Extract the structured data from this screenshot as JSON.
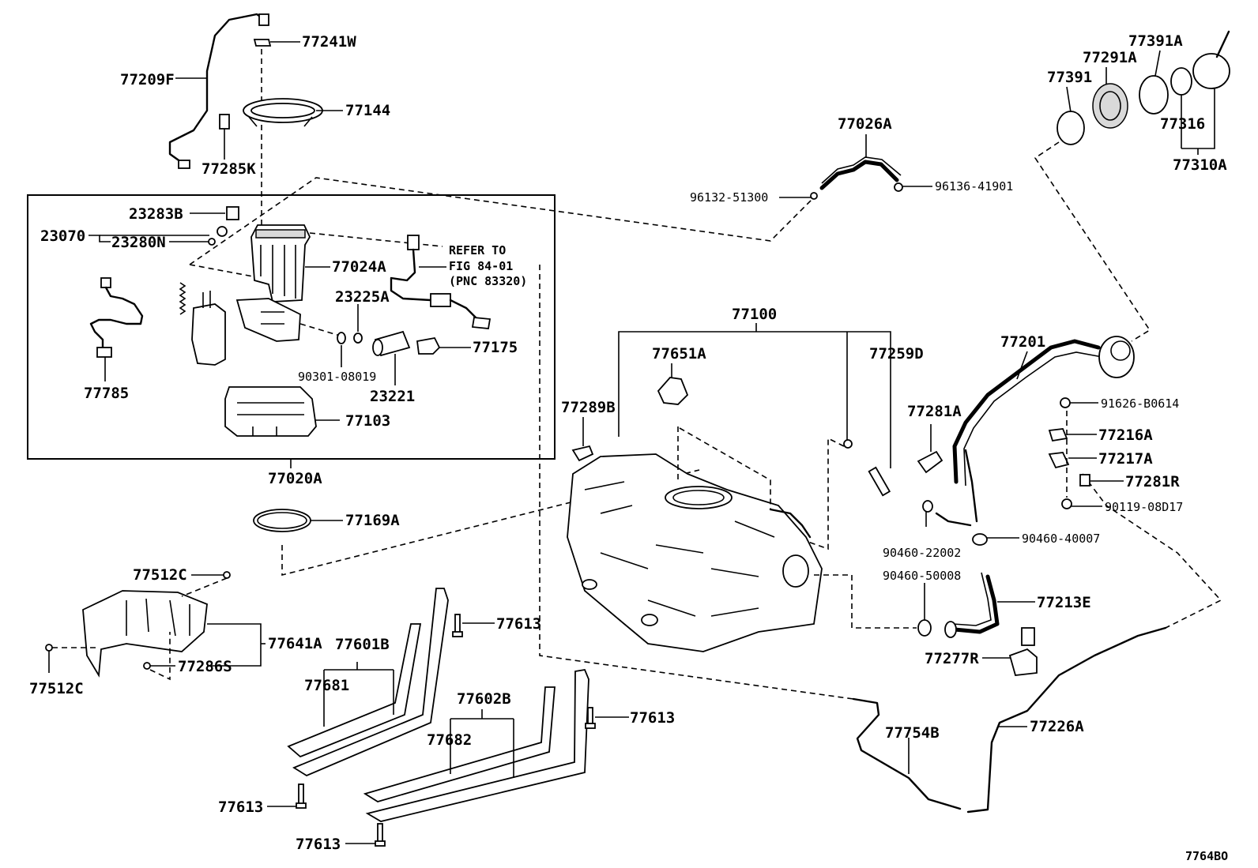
{
  "diagram_code": "7764BO",
  "refer_note": {
    "line1": "REFER TO",
    "line2": "FIG 84-01",
    "line3": "(PNC 83320)"
  },
  "labels": {
    "p77241W": "77241W",
    "p77209F": "77209F",
    "p77144": "77144",
    "p77285K": "77285K",
    "p23283B": "23283B",
    "p23070": "23070",
    "p23280N": "23280N",
    "p77024A": "77024A",
    "p23225A": "23225A",
    "p77175": "77175",
    "p90301_08019": "90301-08019",
    "p23221": "23221",
    "p77785": "77785",
    "p77103": "77103",
    "p77020A": "77020A",
    "p77169A": "77169A",
    "p77512C_top": "77512C",
    "p77641A": "77641A",
    "p77286S": "77286S",
    "p77512C_bot": "77512C",
    "p77601B": "77601B",
    "p77681": "77681",
    "p77613_a": "77613",
    "p77613_b": "77613",
    "p77613_c": "77613",
    "p77613_d": "77613",
    "p77602B": "77602B",
    "p77682": "77682",
    "p77026A": "77026A",
    "p96132_51300": "96132-51300",
    "p96136_41901": "96136-41901",
    "p77100": "77100",
    "p77651A": "77651A",
    "p77259D": "77259D",
    "p77289B": "77289B",
    "p77281A": "77281A",
    "p77201": "77201",
    "p90460_22002": "90460-22002",
    "p90460_40007": "90460-40007",
    "p90460_50008": "90460-50008",
    "p77213E": "77213E",
    "p77277R": "77277R",
    "p77754B": "77754B",
    "p77226A": "77226A",
    "p91626_B0614": "91626-B0614",
    "p77216A": "77216A",
    "p77217A": "77217A",
    "p77281R": "77281R",
    "p90119_08D17": "90119-08D17",
    "p77391": "77391",
    "p77291A": "77291A",
    "p77391A": "77391A",
    "p77316": "77316",
    "p77310A": "77310A"
  }
}
